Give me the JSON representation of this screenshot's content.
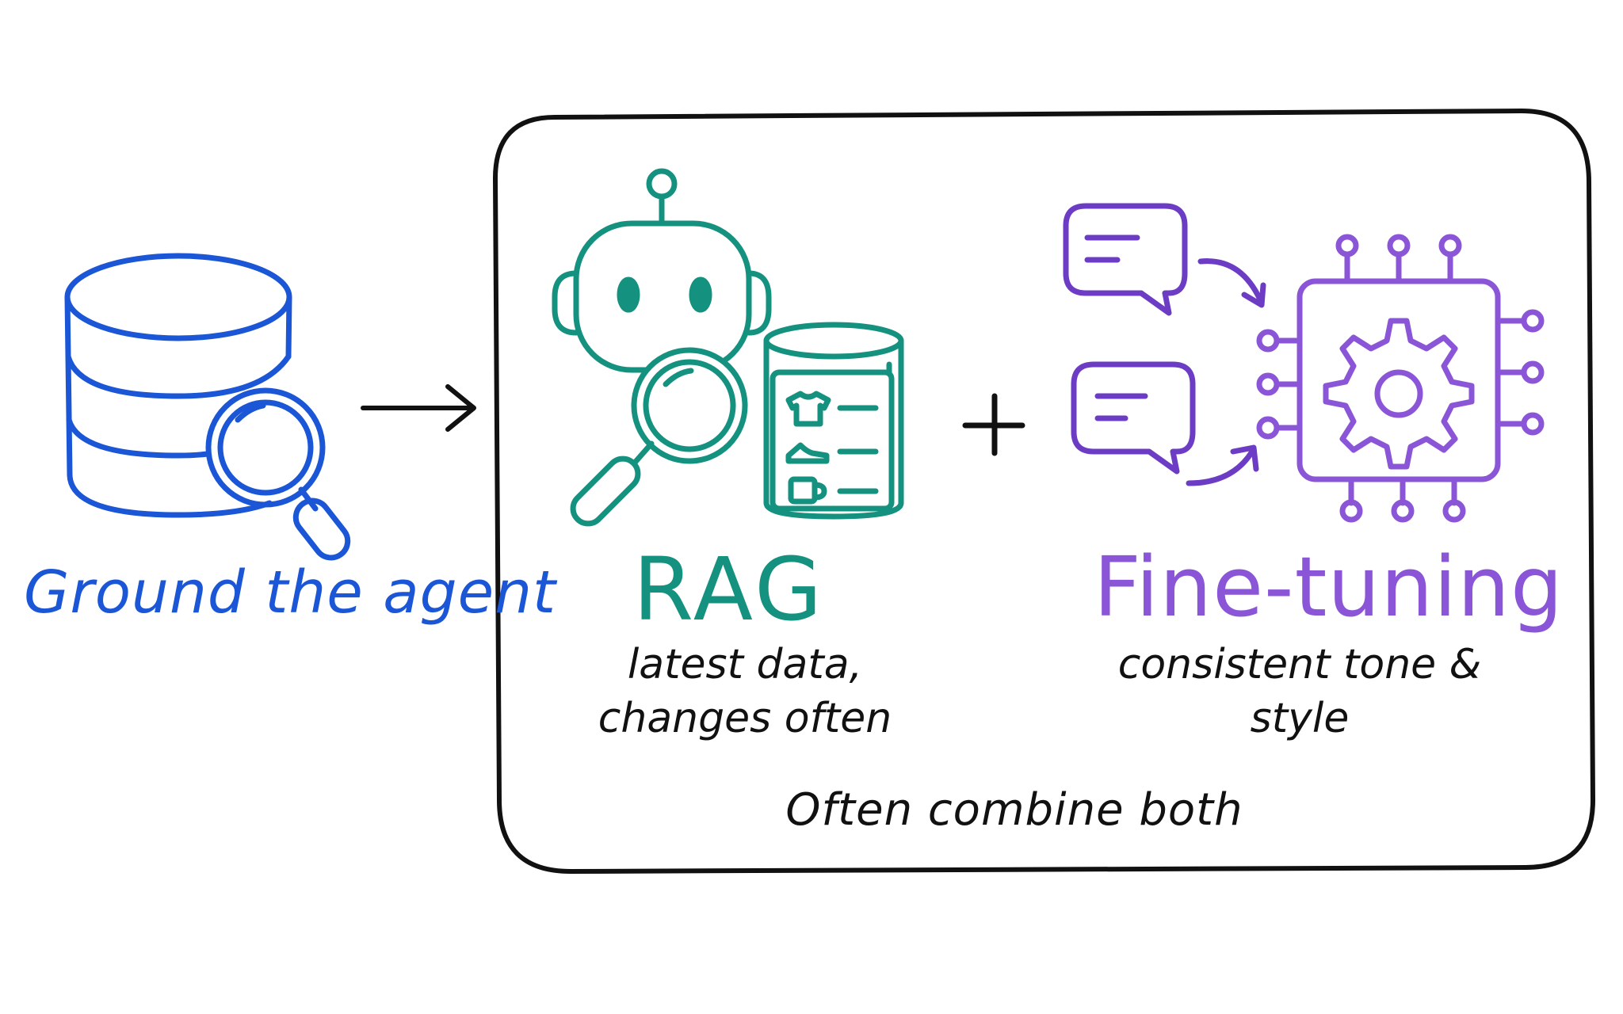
{
  "left": {
    "label": "Ground the agent",
    "icon": "database-search-icon",
    "color": "#1a56d6"
  },
  "arrow_icon": "right-arrow-icon",
  "box": {
    "rag": {
      "title": "RAG",
      "subtitle": "latest data, changes often",
      "icons": [
        "robot-icon",
        "magnifier-icon",
        "product-catalog-icon"
      ],
      "color": "#14917f"
    },
    "plus_icon": "plus-icon",
    "finetune": {
      "title": "Fine-tuning",
      "subtitle": "consistent tone & style",
      "icons": [
        "chat-bubble-icon",
        "chip-gear-icon"
      ],
      "color": "#8a55d6"
    },
    "footer": "Often combine both"
  }
}
